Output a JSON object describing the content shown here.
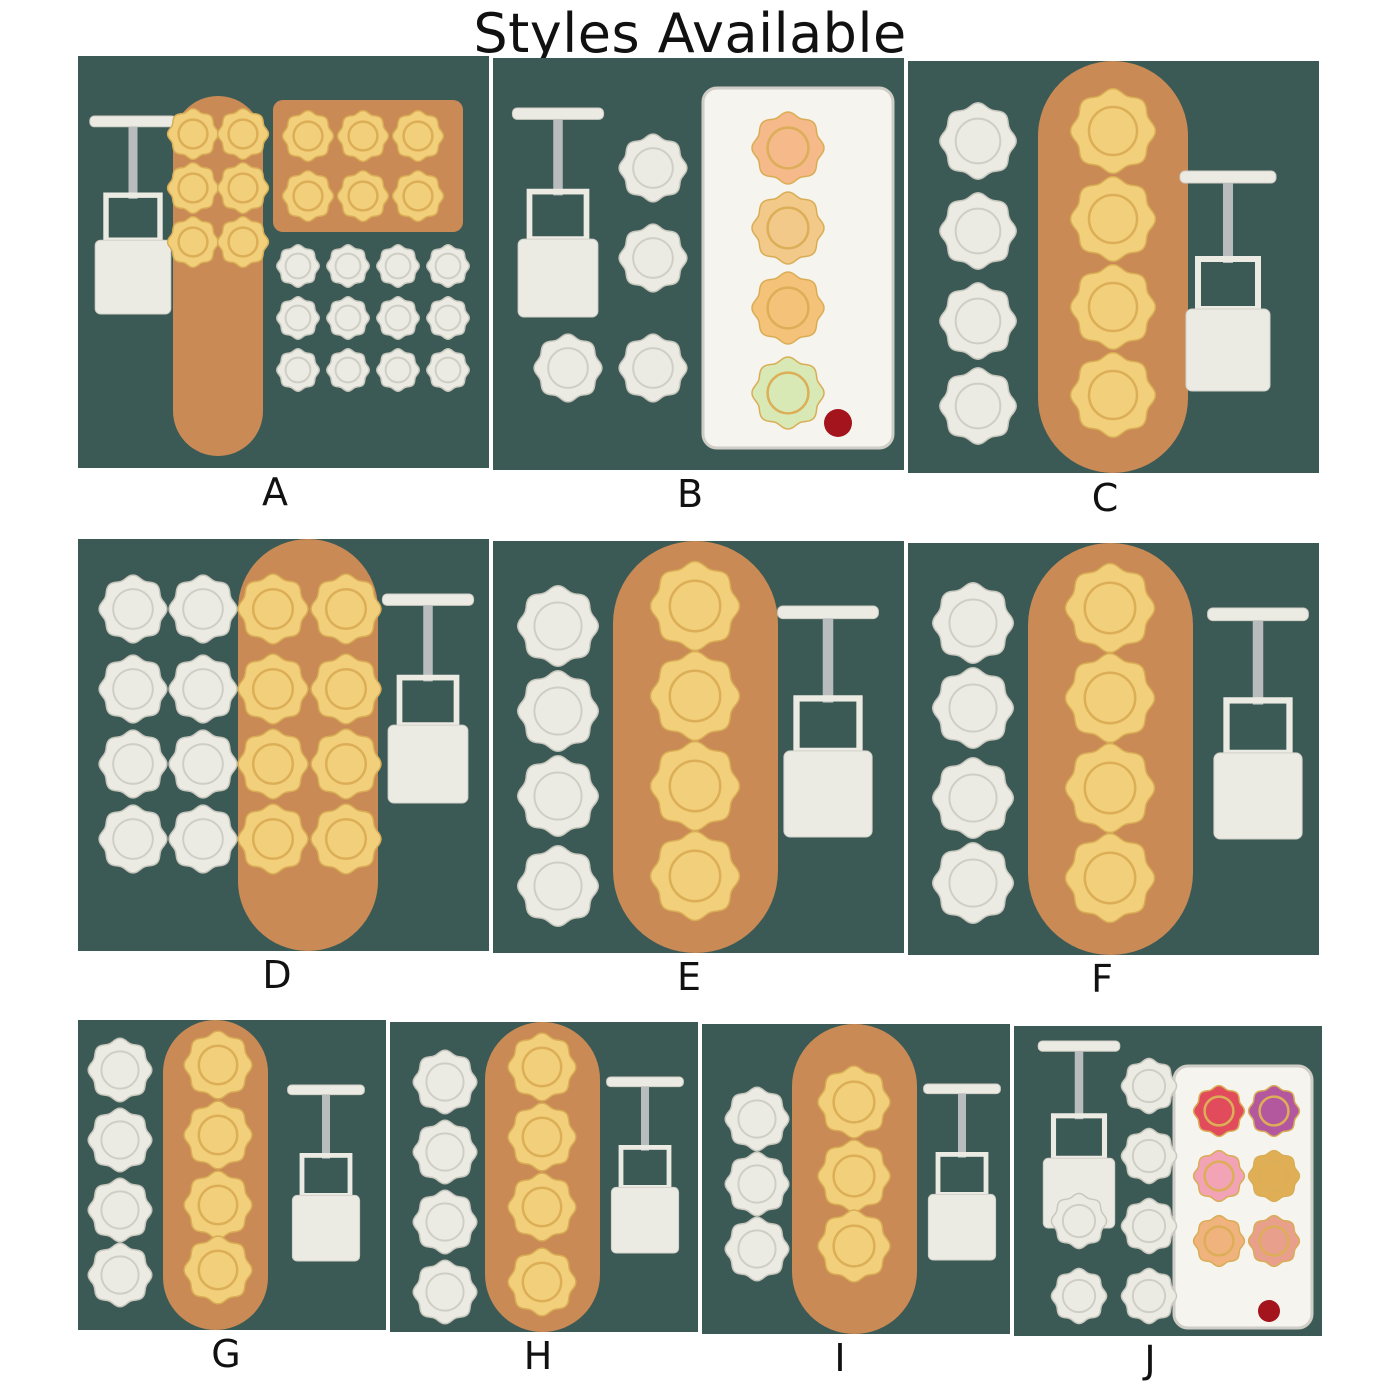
{
  "header": {
    "title": "Styles Available"
  },
  "styles": [
    {
      "label": "A"
    },
    {
      "label": "B"
    },
    {
      "label": "C"
    },
    {
      "label": "D"
    },
    {
      "label": "E"
    },
    {
      "label": "F"
    },
    {
      "label": "G"
    },
    {
      "label": "H"
    },
    {
      "label": "I"
    },
    {
      "label": "J"
    }
  ],
  "colors": {
    "background": "#3c5a55",
    "board": "#c98a55",
    "stamp": "#ecebe3",
    "mooncake": "#f2cf7a",
    "tray": "#f6f4ee",
    "cherry": "#a3141c"
  }
}
